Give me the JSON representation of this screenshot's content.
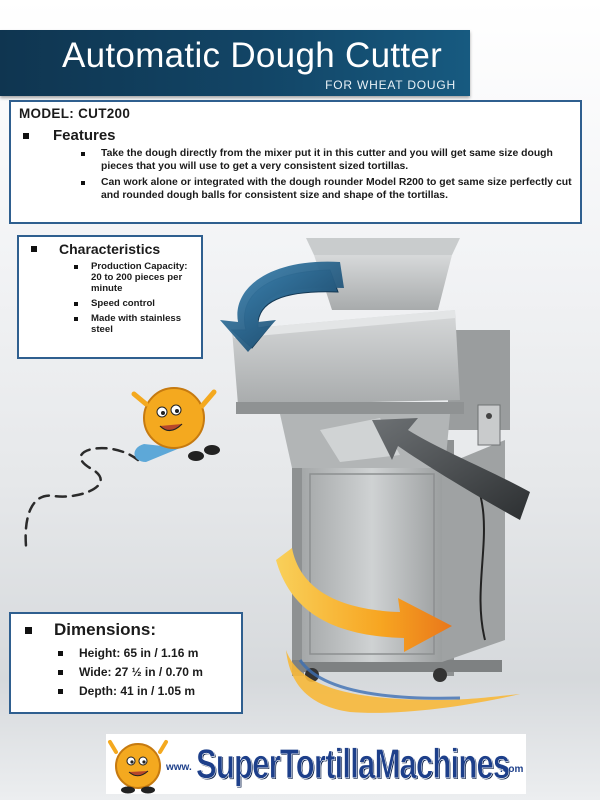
{
  "header": {
    "title": "Automatic Dough Cutter",
    "subtitle": "FOR WHEAT DOUGH"
  },
  "model": "MODEL:  CUT200",
  "features": {
    "heading": "Features",
    "items": [
      "Take the dough directly from the mixer put it in this cutter and you will get same size dough pieces that you will use to get a very consistent sized tortillas.",
      "Can work alone or integrated with the dough rounder Model R200 to get same size perfectly cut and rounded dough balls for consistent size and shape of the tortillas."
    ]
  },
  "characteristics": {
    "heading": "Characteristics",
    "items": [
      "Production Capacity: 20  to 200 pieces per minute",
      "Speed control",
      "Made with stainless steel"
    ]
  },
  "dimensions": {
    "heading": "Dimensions:",
    "items": [
      "Height: 65 in / 1.16 m",
      "Wide: 27 ½ in / 0.70 m",
      "Depth:  41 in / 1.05 m"
    ]
  },
  "logo": {
    "www": "www.",
    "name": "SuperTortillaMachines",
    "tld": ".com"
  },
  "colors": {
    "banner": "#124566",
    "box_border": "#2f5f8f",
    "logo_blue": "#1d3f8a",
    "arrow_blue": "#1e4f73",
    "arrow_orange": "#f59a1a",
    "steel": "#b9bcbd"
  }
}
